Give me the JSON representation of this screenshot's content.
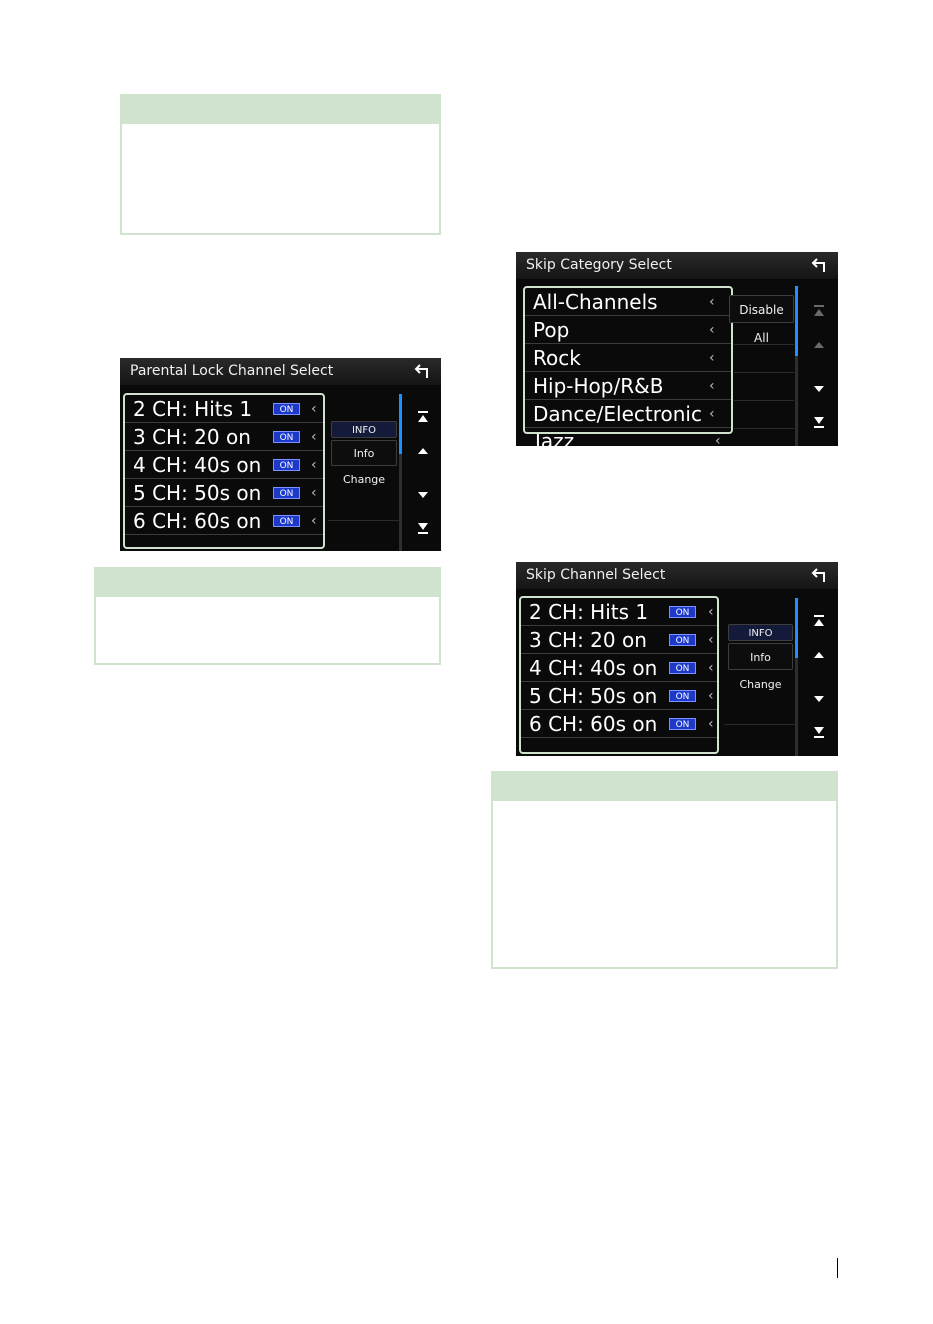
{
  "parental_screen": {
    "title": "Parental Lock Channel Select",
    "channels": [
      "2 CH: Hits 1",
      "3 CH: 20 on",
      "4 CH: 40s on",
      "5 CH: 50s on",
      "6 CH: 60s on"
    ],
    "badge_label": "ON",
    "info_label": "INFO",
    "info_change_label": "Info Change"
  },
  "skip_category_screen": {
    "title": "Skip Category Select",
    "categories": [
      "All-Channels",
      "Pop",
      "Rock",
      "Hip-Hop/R&B",
      "Dance/Electronic",
      "Jazz"
    ],
    "disable_all_label": "Disable All"
  },
  "skip_channel_screen": {
    "title": "Skip Channel Select",
    "channels": [
      "2 CH: Hits 1",
      "3 CH: 20 on",
      "4 CH: 40s on",
      "5 CH: 50s on",
      "6 CH: 60s on"
    ],
    "badge_label": "ON",
    "info_label": "INFO",
    "info_change_label": "Info Change"
  },
  "icons": {
    "back": "back-arrow-icon",
    "scroll_top": "scroll-to-top-icon",
    "scroll_up": "scroll-up-icon",
    "scroll_down": "scroll-down-icon",
    "scroll_bottom": "scroll-to-bottom-icon",
    "chevron": "chevron-left-icon"
  },
  "colors": {
    "note_green": "#cfe3cf",
    "badge_blue": "#1d39c9",
    "scroll_blue": "#1e90ff"
  }
}
